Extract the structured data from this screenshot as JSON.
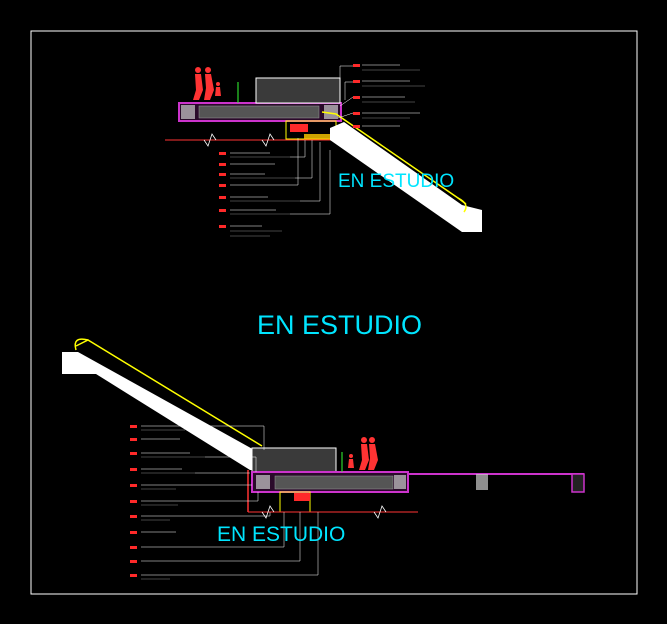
{
  "drawing": {
    "background": "#000000",
    "frame_color": "#ffffff",
    "labels": {
      "upper_caption": "EN ESTUDIO",
      "center_caption": "EN ESTUDIO",
      "lower_caption": "EN ESTUDIO"
    },
    "colors": {
      "caption": "#00e5ff",
      "escalator": "#ffffff",
      "handrail": "#ffff00",
      "slab": "#cc33cc",
      "annotation": "#ff2a2a",
      "leader": "#ffffff",
      "figure": "#ff3333",
      "ground_line": "#ff3333"
    }
  }
}
